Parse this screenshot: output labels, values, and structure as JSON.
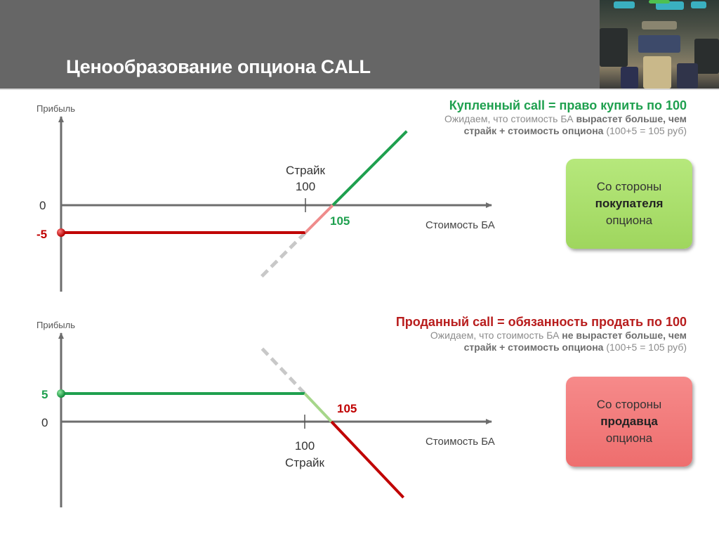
{
  "header": {
    "title": "Ценообразование опциона CALL",
    "photo": "trading-floor-photo"
  },
  "colors": {
    "header_bg": "#666666",
    "green": "#1fa04f",
    "light_green": "#a6d68a",
    "red": "#c00000",
    "light_red": "#ef8c8c",
    "axis": "#6d6d6d",
    "dash": "#c8c8c8",
    "buyer_box": "#a9e06a",
    "seller_box": "#f37a7a"
  },
  "chart_data": [
    {
      "type": "line",
      "title": "Купленный call = право купить по 100",
      "ylabel": "Прибыль",
      "xlabel": "Стоимость БА",
      "strike": 100,
      "premium": 5,
      "breakeven": 105,
      "y_ticks": [
        "0",
        "-5"
      ],
      "strike_label": [
        "Страйк",
        "100"
      ],
      "breakeven_label": "105",
      "series": [
        {
          "name": "loss",
          "color": "#c00000",
          "points": [
            [
              0,
              -5
            ],
            [
              100,
              -5
            ]
          ]
        },
        {
          "name": "loss-recovery",
          "color": "#ef8c8c",
          "points": [
            [
              100,
              -5
            ],
            [
              105,
              0
            ]
          ]
        },
        {
          "name": "profit",
          "color": "#1fa04f",
          "points": [
            [
              105,
              0
            ],
            [
              118.5,
              13.5
            ]
          ]
        },
        {
          "name": "extension",
          "color": "#c8c8c8",
          "dashed": true,
          "points": [
            [
              100,
              -5
            ],
            [
              91.5,
              -13.5
            ]
          ]
        }
      ]
    },
    {
      "type": "line",
      "title": "Проданный call = обязанность продать по 100",
      "ylabel": "Прибыль",
      "xlabel": "Стоимость БА",
      "strike": 100,
      "premium": 5,
      "breakeven": 105,
      "y_ticks": [
        "5",
        "0"
      ],
      "strike_label": [
        "100",
        "Страйк"
      ],
      "breakeven_label": "105",
      "series": [
        {
          "name": "premium",
          "color": "#1fa04f",
          "points": [
            [
              0,
              5
            ],
            [
              100,
              5
            ]
          ]
        },
        {
          "name": "profit-decline",
          "color": "#a6d68a",
          "points": [
            [
              100,
              5
            ],
            [
              105,
              0
            ]
          ]
        },
        {
          "name": "loss",
          "color": "#c00000",
          "points": [
            [
              105,
              0
            ],
            [
              118.5,
              -13.5
            ]
          ]
        },
        {
          "name": "extension",
          "color": "#c8c8c8",
          "dashed": true,
          "points": [
            [
              100,
              5
            ],
            [
              91.5,
              13.5
            ]
          ]
        }
      ]
    }
  ],
  "top": {
    "title": "Купленный call = право купить по 100",
    "line1_normal": "Ожидаем, что стоимость БА ",
    "line1_bold": "вырастет больше, чем",
    "line2_bold": "страйк + стоимость опциона",
    "line2_normal": " (100+5 = 105 руб)",
    "box": {
      "line1": "Со стороны",
      "line2": "покупателя",
      "line3": "опциона"
    }
  },
  "bottom": {
    "title": "Проданный call = обязанность продать по 100",
    "line1_normal": "Ожидаем, что стоимость БА ",
    "line1_bold": "не вырастет больше, чем",
    "line2_bold": "страйк + стоимость опциона",
    "line2_normal": " (100+5 = 105 руб)",
    "box": {
      "line1": "Со стороны",
      "line2": "продавца",
      "line3": "опциона"
    }
  }
}
